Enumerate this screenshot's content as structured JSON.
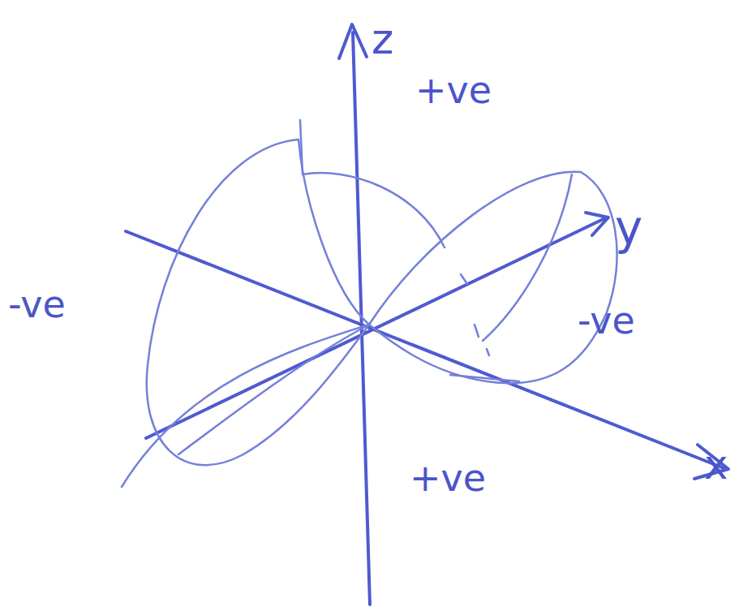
{
  "diagram": {
    "labels": [
      "z",
      "+ve",
      "y",
      "-ve",
      "-ve",
      "+ve",
      "x"
    ]
  }
}
